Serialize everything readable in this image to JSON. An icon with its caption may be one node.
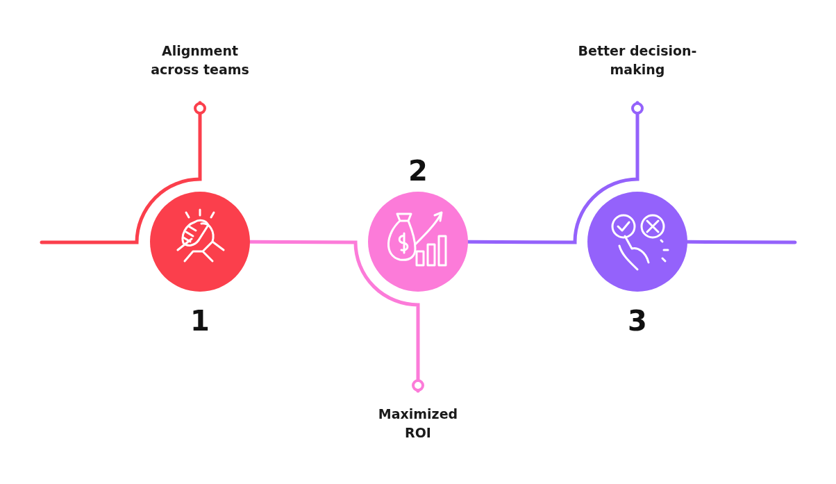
{
  "diagram": {
    "nodes": [
      {
        "text": [
          "Alignment across teams"
        ]
      },
      {
        "text": [],
        "shape": "circle",
        "beside": [
          "1"
        ]
      },
      {
        "text": [],
        "shape": "circle",
        "beside": [
          "2"
        ]
      },
      {
        "text": [
          "Maximized ROI"
        ]
      },
      {
        "text": [],
        "shape": "circle",
        "beside": [
          "3"
        ]
      },
      {
        "text": [
          "Better decision-making"
        ]
      }
    ],
    "edges": [
      {
        "from": null,
        "to": 0,
        "arrow": "other",
        "color": "#fb3f4c"
      },
      {
        "from": 1,
        "to": 3,
        "arrow": "other",
        "color": "#fc7bd9"
      },
      {
        "from": 2,
        "to": 5,
        "arrow": "other",
        "color": "#9462fb"
      },
      {
        "from": 4,
        "to": null,
        "arrow": "none",
        "color": "#9462fb"
      }
    ]
  }
}
